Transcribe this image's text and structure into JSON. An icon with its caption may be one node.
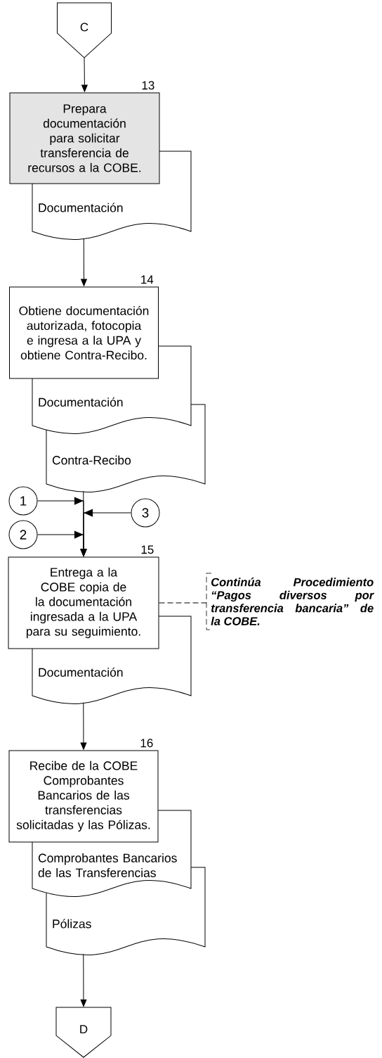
{
  "diagram": {
    "nodes": [
      {
        "text": [
          "C"
        ]
      },
      {
        "text": [
          "Prepara documentación para solicitar transferencia de recursos a la COBE."
        ],
        "beside": [
          "13"
        ]
      },
      {
        "text": [
          "Documentación"
        ]
      },
      {
        "text": [
          "Obtiene documentación autorizada, fotocopia e ingresa a la UPA y obtiene Contra-Recibo."
        ],
        "beside": [
          "14"
        ]
      },
      {
        "text": [
          "Documentación"
        ]
      },
      {
        "text": [
          "Contra-Recibo"
        ]
      },
      {
        "text": [
          "1"
        ]
      },
      {
        "text": [
          "3"
        ]
      },
      {
        "text": [
          "2"
        ]
      },
      {
        "text": [
          "Entrega a la COBE copia de la documentación ingresada a la UPA para su seguimiento."
        ],
        "beside": [
          "15"
        ]
      },
      {
        "text": [
          "Continúa Procedimiento “Pagos diversos por transferencia bancaria” de la COBE."
        ]
      },
      {
        "text": [
          "Documentación"
        ]
      },
      {
        "text": [
          "Recibe de la COBE Comprobantes Bancarios de las transferencias solicitadas y las Pólizas."
        ],
        "beside": [
          "16"
        ]
      },
      {
        "text": [
          "Comprobantes Bancarios de las Transferencias"
        ]
      },
      {
        "text": [
          "Pólizas"
        ]
      },
      {
        "text": [
          "D"
        ]
      }
    ],
    "edges": [
      {
        "from": 0,
        "to": 1,
        "arrow": "to"
      },
      {
        "from": 2,
        "to": 3,
        "arrow": "to"
      },
      {
        "from": 5,
        "to": 9,
        "arrow": "to"
      },
      {
        "from": 6,
        "to": 9,
        "arrow": "to"
      },
      {
        "from": 7,
        "to": 9,
        "arrow": "to"
      },
      {
        "from": 8,
        "to": 9,
        "arrow": "to"
      },
      {
        "from": 9,
        "to": 10,
        "arrow": "none",
        "style": "dashed"
      },
      {
        "from": 11,
        "to": 12,
        "arrow": "to"
      },
      {
        "from": 14,
        "to": 15,
        "arrow": "to"
      }
    ]
  }
}
